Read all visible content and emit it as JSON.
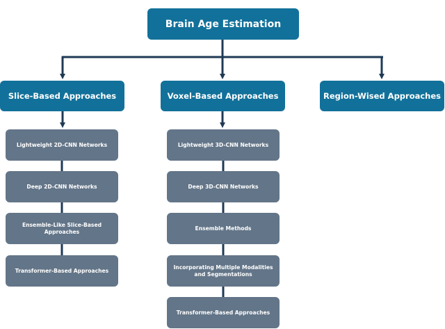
{
  "colors": {
    "primary": "#12719a",
    "leaf": "#637588",
    "connector": "#1f3a55"
  },
  "root": {
    "label": "Brain Age Estimation"
  },
  "categories": [
    {
      "label": "Slice-Based Approaches",
      "children": [
        "Lightweight 2D-CNN Networks",
        "Deep 2D-CNN Networks",
        "Ensemble-Like Slice-Based Approaches",
        "Transformer-Based Approaches"
      ]
    },
    {
      "label": "Voxel-Based Approaches",
      "children": [
        "Lightweight 3D-CNN Networks",
        "Deep 3D-CNN Networks",
        "Ensemble Methods",
        "Incorporating Multiple Modalities and Segmentations",
        "Transformer-Based Approaches"
      ]
    },
    {
      "label": "Region-Wised Approaches",
      "children": []
    }
  ]
}
